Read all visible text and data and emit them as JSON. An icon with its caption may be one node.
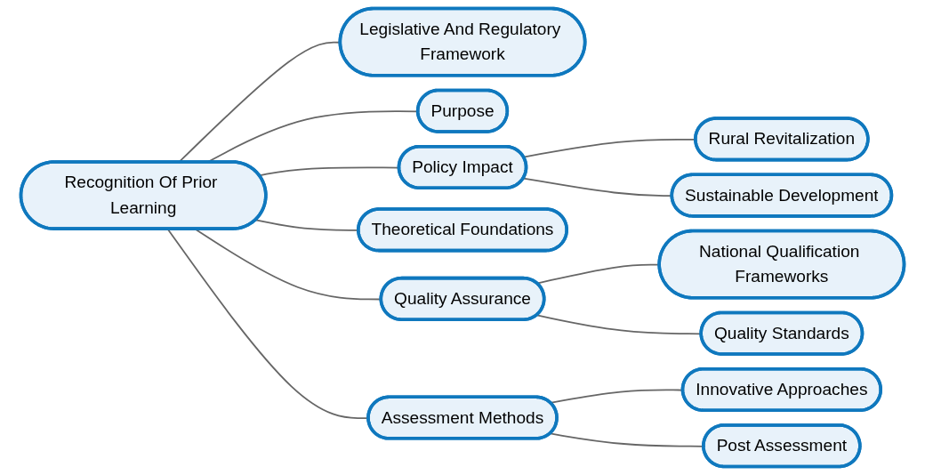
{
  "diagram": {
    "nodes": [
      {
        "text": [
          "Recognition Of Prior Learning"
        ]
      },
      {
        "text": [
          "Legislative And Regulatory Framework"
        ]
      },
      {
        "text": [
          "Purpose"
        ]
      },
      {
        "text": [
          "Policy Impact"
        ]
      },
      {
        "text": [
          "Rural Revitalization"
        ]
      },
      {
        "text": [
          "Sustainable Development"
        ]
      },
      {
        "text": [
          "Theoretical Foundations"
        ]
      },
      {
        "text": [
          "Quality Assurance"
        ]
      },
      {
        "text": [
          "National Qualification Frameworks"
        ]
      },
      {
        "text": [
          "Quality Standards"
        ]
      },
      {
        "text": [
          "Assessment Methods"
        ]
      },
      {
        "text": [
          "Innovative Approaches"
        ]
      },
      {
        "text": [
          "Post Assessment"
        ]
      }
    ],
    "edges": [
      {
        "from": 0,
        "to": 1,
        "arrow": "none"
      },
      {
        "from": 0,
        "to": 2,
        "arrow": "none"
      },
      {
        "from": 0,
        "to": 3,
        "arrow": "none"
      },
      {
        "from": 3,
        "to": 4,
        "arrow": "none"
      },
      {
        "from": 3,
        "to": 5,
        "arrow": "none"
      },
      {
        "from": 0,
        "to": 6,
        "arrow": "none"
      },
      {
        "from": 0,
        "to": 7,
        "arrow": "none"
      },
      {
        "from": 7,
        "to": 8,
        "arrow": "none"
      },
      {
        "from": 7,
        "to": 9,
        "arrow": "none"
      },
      {
        "from": 0,
        "to": 10,
        "arrow": "none"
      },
      {
        "from": 10,
        "to": 11,
        "arrow": "none"
      },
      {
        "from": 10,
        "to": 12,
        "arrow": "none"
      }
    ]
  }
}
